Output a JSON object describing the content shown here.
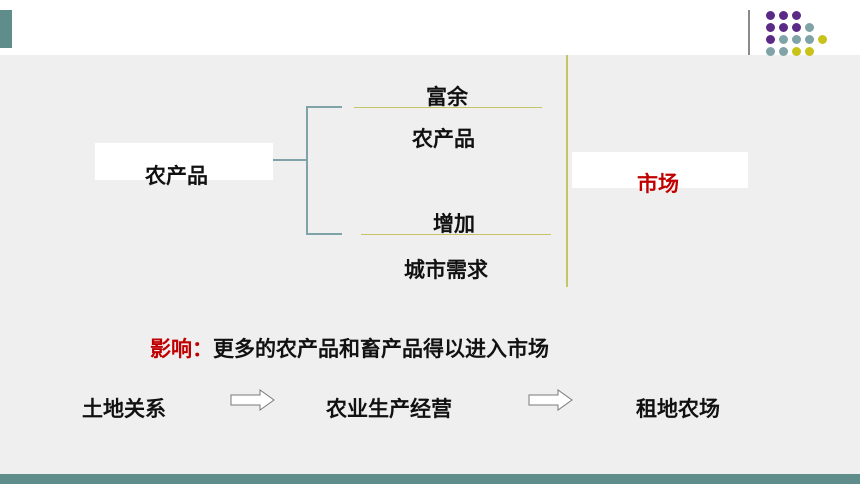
{
  "diagram": {
    "source_label": "农产品",
    "upper_label_line1": "富余",
    "upper_label_line2": "农产品",
    "lower_label_line1": "增加",
    "lower_label_line2": "城市需求",
    "target_label": "市场"
  },
  "impact": {
    "prefix": "影响：",
    "text": "更多的农产品和畜产品得以进入市场"
  },
  "flow": {
    "step1": "土地关系",
    "step2": "农业生产经营",
    "step3": "租地农场"
  },
  "colors": {
    "accent_teal": "#5e8d8b",
    "accent_red": "#c00000",
    "line_olive": "#c8c26a",
    "dot_purple": "#5b2a86",
    "dot_teal": "#7fa3a6",
    "dot_yellow": "#c8c21a"
  }
}
